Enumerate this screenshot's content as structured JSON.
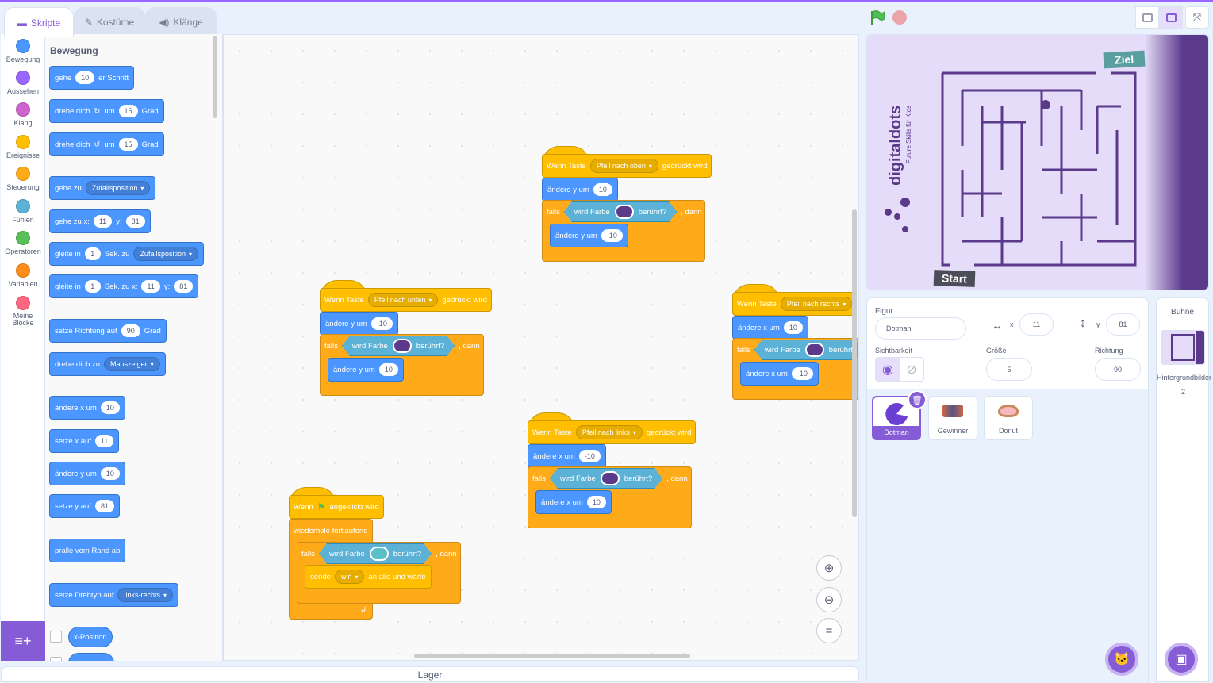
{
  "tabs": {
    "code": "Skripte",
    "costumes": "Kostüme",
    "sounds": "Klänge"
  },
  "categories": [
    {
      "label": "Bewegung",
      "color": "#4c97ff"
    },
    {
      "label": "Aussehen",
      "color": "#9966ff"
    },
    {
      "label": "Klang",
      "color": "#cf63cf"
    },
    {
      "label": "Ereignisse",
      "color": "#ffbf00"
    },
    {
      "label": "Steuerung",
      "color": "#ffab19"
    },
    {
      "label": "Fühlen",
      "color": "#5cb1d6"
    },
    {
      "label": "Operatoren",
      "color": "#59c059"
    },
    {
      "label": "Variablen",
      "color": "#ff8c1a"
    },
    {
      "label": "Meine Blöcke",
      "color": "#ff6680"
    }
  ],
  "palette": {
    "title": "Bewegung",
    "move": {
      "a": "gehe",
      "n": "10",
      "b": "er Schritt"
    },
    "turn_right": {
      "a": "drehe dich",
      "b": "um",
      "n": "15",
      "c": "Grad"
    },
    "turn_left": {
      "a": "drehe dich",
      "b": "um",
      "n": "15",
      "c": "Grad"
    },
    "goto": {
      "a": "gehe zu",
      "d": "Zufallsposition"
    },
    "goto_xy": {
      "a": "gehe zu x:",
      "x": "11",
      "b": "y:",
      "y": "81"
    },
    "glide": {
      "a": "gleite in",
      "n": "1",
      "b": "Sek. zu",
      "d": "Zufallsposition"
    },
    "glide_xy": {
      "a": "gleite in",
      "n": "1",
      "b": "Sek. zu x:",
      "x": "11",
      "c": "y:",
      "y": "81"
    },
    "point_dir": {
      "a": "setze Richtung auf",
      "n": "90",
      "b": "Grad"
    },
    "point_towards": {
      "a": "drehe dich zu",
      "d": "Mauszeiger"
    },
    "change_x": {
      "a": "ändere x um",
      "n": "10"
    },
    "set_x": {
      "a": "setze x auf",
      "n": "11"
    },
    "change_y": {
      "a": "ändere y um",
      "n": "10"
    },
    "set_y": {
      "a": "setze y auf",
      "n": "81"
    },
    "bounce": "pralle vom Rand ab",
    "rotation": {
      "a": "setze Drehtyp auf",
      "d": "links-rechts"
    },
    "xpos": "x-Position"
  },
  "scripts": {
    "up": {
      "hat_a": "Wenn Taste",
      "key": "Pfeil nach oben",
      "hat_b": "gedrückt wird",
      "chg": "ändere y um",
      "chg_n": "10",
      "if": "falls",
      "touch_a": "wird Farbe",
      "touch_b": "berührt?",
      "then": ", dann",
      "inner": "ändere y um",
      "inner_n": "-10",
      "swatch": "#5b3a8c"
    },
    "down": {
      "hat_a": "Wenn Taste",
      "key": "Pfeil nach unten",
      "hat_b": "gedrückt wird",
      "chg": "ändere y um",
      "chg_n": "-10",
      "if": "falls",
      "touch_a": "wird Farbe",
      "touch_b": "berührt?",
      "then": ", dann",
      "inner": "ändere y um",
      "inner_n": "10",
      "swatch": "#5b3a8c"
    },
    "right": {
      "hat_a": "Wenn Taste",
      "key": "Pfeil nach rechts",
      "chg": "ändere x um",
      "chg_n": "10",
      "if": "falls",
      "touch_a": "wird Farbe",
      "touch_b": "berührt",
      "inner": "ändere x um",
      "inner_n": "-10",
      "swatch": "#5b3a8c"
    },
    "left": {
      "hat_a": "Wenn Taste",
      "key": "Pfeil nach links",
      "hat_b": "gedrückt wird",
      "chg": "ändere x um",
      "chg_n": "-10",
      "if": "falls",
      "touch_a": "wird Farbe",
      "touch_b": "berührt?",
      "then": ", dann",
      "inner": "ändere x um",
      "inner_n": "10",
      "swatch": "#5b3a8c"
    },
    "flag": {
      "hat_a": "Wenn",
      "hat_b": "angeklickt wird",
      "forever": "wiederhole fortlaufend",
      "if": "falls",
      "touch_a": "wird Farbe",
      "touch_b": "berührt?",
      "then": ", dann",
      "send": "sende",
      "msg": "win",
      "send_b": "an alle und warte",
      "swatch": "#59c0c8"
    }
  },
  "lager": "Lager",
  "stage": {
    "brand": "digitaldots",
    "tagline": "Future Skills für Kids",
    "goal": "Ziel",
    "start": "Start"
  },
  "sprite_info": {
    "figure_label": "Figur",
    "name": "Dotman",
    "x_label": "x",
    "x": "11",
    "y_label": "y",
    "y": "81",
    "visibility_label": "Sichtbarkeit",
    "size_label": "Größe",
    "size": "5",
    "direction_label": "Richtung",
    "direction": "90"
  },
  "sprites": [
    {
      "name": "Dotman"
    },
    {
      "name": "Gewinner"
    },
    {
      "name": "Donut"
    }
  ],
  "stage_panel": {
    "title": "Bühne",
    "backdrops_label": "Hintergrundbilder",
    "backdrops_count": "2"
  },
  "colors": {
    "accent": "#855cd6",
    "motion": "#4c97ff",
    "events": "#ffbf00",
    "control": "#ffab19",
    "sensing": "#5cb1d6"
  }
}
